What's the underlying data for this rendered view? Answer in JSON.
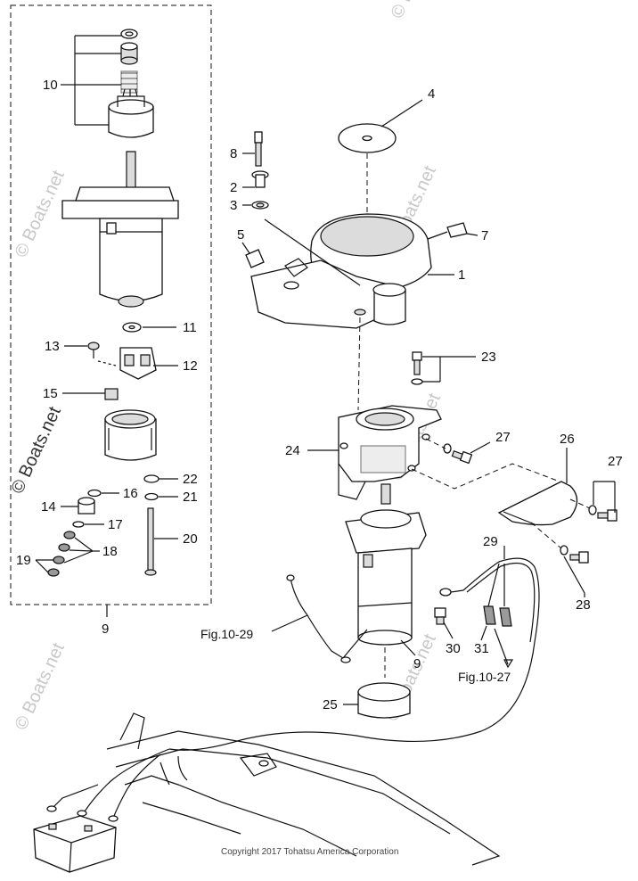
{
  "callouts": {
    "c1": "1",
    "c2": "2",
    "c3": "3",
    "c4": "4",
    "c5": "5",
    "c7": "7",
    "c8": "8",
    "c9_group": "9",
    "c9_motor": "9",
    "c10": "10",
    "c11": "11",
    "c12": "12",
    "c13": "13",
    "c14": "14",
    "c15": "15",
    "c16": "16",
    "c17": "17",
    "c18": "18",
    "c19": "19",
    "c20": "20",
    "c21": "21",
    "c22": "22",
    "c23": "23",
    "c24": "24",
    "c25": "25",
    "c26": "26",
    "c27a": "27",
    "c27b": "27",
    "c28": "28",
    "c29": "29",
    "c30": "30",
    "c31": "31"
  },
  "refs": {
    "fig_10_29": "Fig.10-29",
    "fig_10_27": "Fig.10-27"
  },
  "watermarks": {
    "boats_net": "© Boats.net"
  },
  "copyright": "Copyright 2017 Tohatsu America Corporation",
  "colors": {
    "line": "#111111",
    "fill": "#ffffff",
    "shade": "#dcdcdc",
    "watermark": "#c8c8c8"
  }
}
